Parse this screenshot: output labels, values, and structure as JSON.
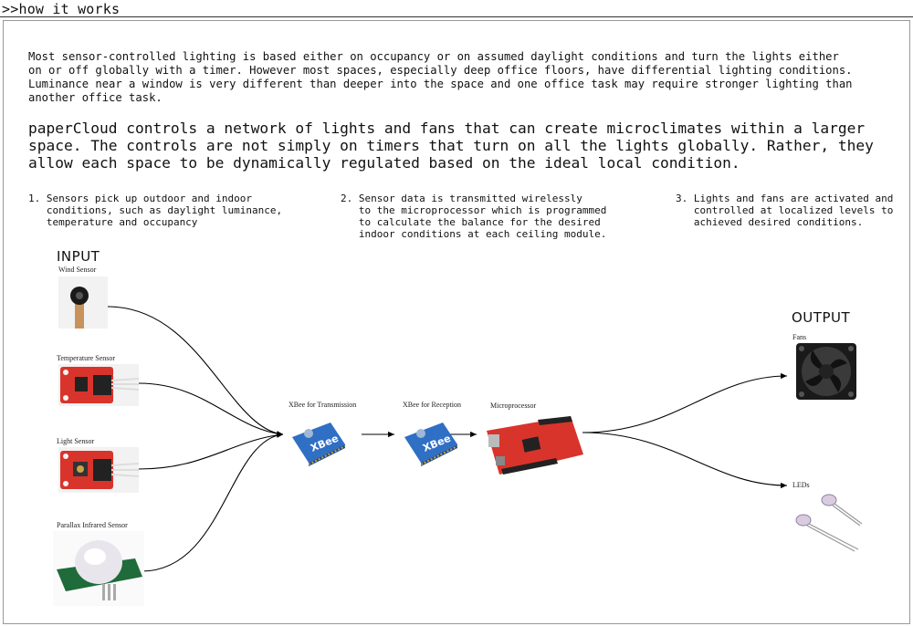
{
  "header": {
    "title": ">>how it works"
  },
  "intro": {
    "paragraph1": "Most sensor-controlled lighting is based either on occupancy or on assumed daylight conditions and turn the lights either\non or off globally with a timer.  However most spaces, especially deep office floors, have differential lighting conditions.\nLuminance near a window is very different than deeper into the space and one office task may require stronger lighting than\nanother office task.",
    "paragraph2": "paperCloud controls a network of lights and fans that can create microclimates within a larger\nspace. The controls are not simply on timers that turn on all the lights globally. Rather, they\nallow each space to be dynamically regulated based on the ideal local condition."
  },
  "steps": [
    {
      "text": "1. Sensors pick up outdoor and indoor\n   conditions, such as daylight luminance,\n   temperature and occupancy"
    },
    {
      "text": "2. Sensor data is transmitted wirelessly\n   to the microprocessor which is programmed\n   to calculate the balance for the desired\n   indoor conditions at each ceiling module."
    },
    {
      "text": "3. Lights and fans are activated and\n   controlled at localized levels to\n   achieved desired conditions."
    }
  ],
  "diagram": {
    "input_label": "INPUT",
    "output_label": "OUTPUT",
    "sensors": [
      {
        "caption": "Wind Sensor",
        "icon": "wind-sensor-photo"
      },
      {
        "caption": "Temperature Sensor",
        "icon": "temperature-sensor-photo"
      },
      {
        "caption": "Light Sensor",
        "icon": "light-sensor-photo"
      },
      {
        "caption": "Parallax Infrared Sensor",
        "icon": "pir-sensor-photo"
      }
    ],
    "xbee_tx": {
      "caption": "XBee for Transmission",
      "chip_label": "XBee"
    },
    "xbee_rx": {
      "caption": "XBee for Reception",
      "chip_label": "XBee"
    },
    "micro": {
      "caption": "Microprocessor"
    },
    "outputs": [
      {
        "caption": "Fans",
        "icon": "fan-photo"
      },
      {
        "caption": "LEDs",
        "icon": "led-photo"
      }
    ],
    "colors": {
      "board_red": "#d9342b",
      "xbee_blue": "#2f6fc4",
      "pcb_green": "#1f6b3a",
      "wire": "#000000"
    }
  }
}
